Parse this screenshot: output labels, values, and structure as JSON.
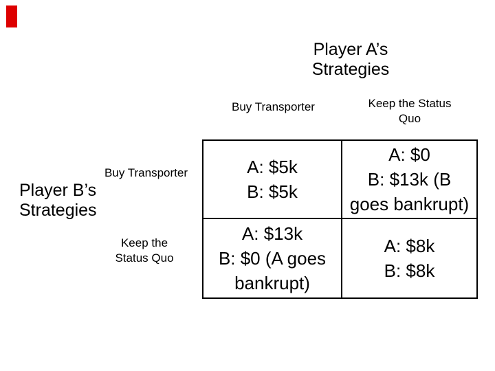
{
  "colors": {
    "background": "#ffffff",
    "text": "#000000",
    "matrix_border": "#000000",
    "accent_red": "#dd0000"
  },
  "title": {
    "lines": [
      "Player A’s",
      "Strategies"
    ]
  },
  "player_a_axis": {
    "col_header_buy": "Buy Transporter",
    "col_header_keep": {
      "lines": [
        "Keep the Status",
        "Quo"
      ]
    }
  },
  "player_b_axis": {
    "label": {
      "lines": [
        "Player B’s",
        "Strategies"
      ]
    },
    "row_header_buy": "Buy Transporter",
    "row_header_keep": {
      "lines": [
        "Keep the",
        "Status Quo"
      ]
    }
  },
  "matrix": {
    "cells": {
      "r1c1": {
        "lines": [
          "A: $5k",
          "B: $5k"
        ]
      },
      "r1c2": {
        "lines": [
          "A: $0",
          "B: $13k (B",
          "goes bankrupt)"
        ]
      },
      "r2c1": {
        "lines": [
          "A: $13k",
          "B: $0 (A goes",
          "bankrupt)"
        ]
      },
      "r2c2": {
        "lines": [
          "A: $8k",
          "B: $8k"
        ]
      }
    }
  }
}
